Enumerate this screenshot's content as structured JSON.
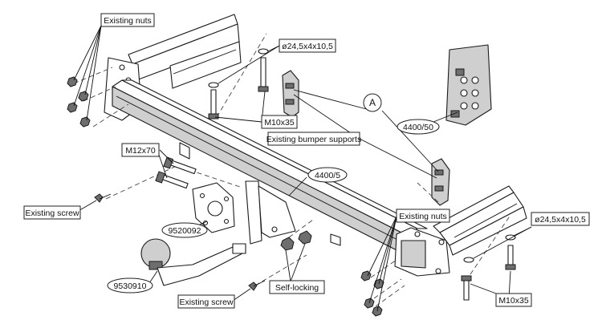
{
  "labels": {
    "existing_nuts_top": "Existing nuts",
    "washer_top": "ø24,5x4x10,5",
    "bolt_m10_top": "M10x35",
    "bumper_supports": "Existing bumper supports",
    "bolt_m12": "M12x70",
    "crossbar_code": "4400/5",
    "detail_marker": "A",
    "detail_code": "4400/50",
    "existing_screw_left": "Existing screw",
    "bracket_code": "9520092",
    "existing_nuts_right": "Existing nuts",
    "washer_right": "ø24,5x4x10,5",
    "ball_code": "9530910",
    "self_locking": "Self-locking",
    "existing_screw_bottom": "Existing screw",
    "bolt_m10_bottom": "M10x35"
  },
  "colors": {
    "line": "#1a1a1a",
    "shade": "#cfcfcf",
    "background": "#ffffff"
  }
}
